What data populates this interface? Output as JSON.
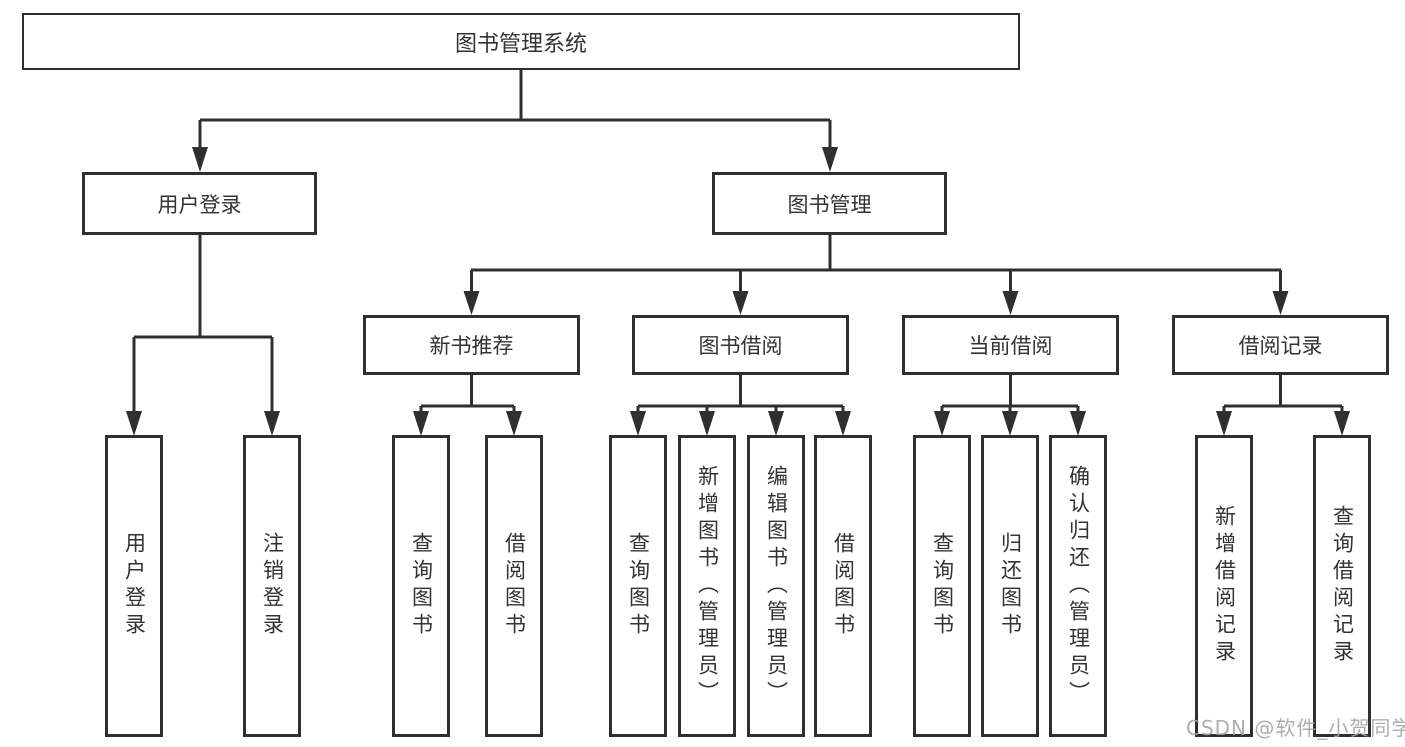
{
  "diagram": {
    "root": {
      "label": "图书管理系统"
    },
    "level2": [
      {
        "label": "用户登录"
      },
      {
        "label": "图书管理"
      }
    ],
    "level3": [
      {
        "label": "新书推荐"
      },
      {
        "label": "图书借阅"
      },
      {
        "label": "当前借阅"
      },
      {
        "label": "借阅记录"
      }
    ],
    "leaves": {
      "user_login": [
        "用户登录",
        "注销登录"
      ],
      "new_book": [
        "查询图书",
        "借阅图书"
      ],
      "book_borrow": [
        "查询图书",
        "新增图书（管理员）",
        "编辑图书（管理员）",
        "借阅图书"
      ],
      "current_borrow": [
        "查询图书",
        "归还图书",
        "确认归还（管理员）"
      ],
      "records": [
        "新增借阅记录",
        "查询借阅记录"
      ]
    }
  },
  "watermark": "CSDN @软件_小贺同学",
  "colors": {
    "line": "#2f2f2f",
    "text": "#333333",
    "watermark": "#a5a5a5"
  }
}
